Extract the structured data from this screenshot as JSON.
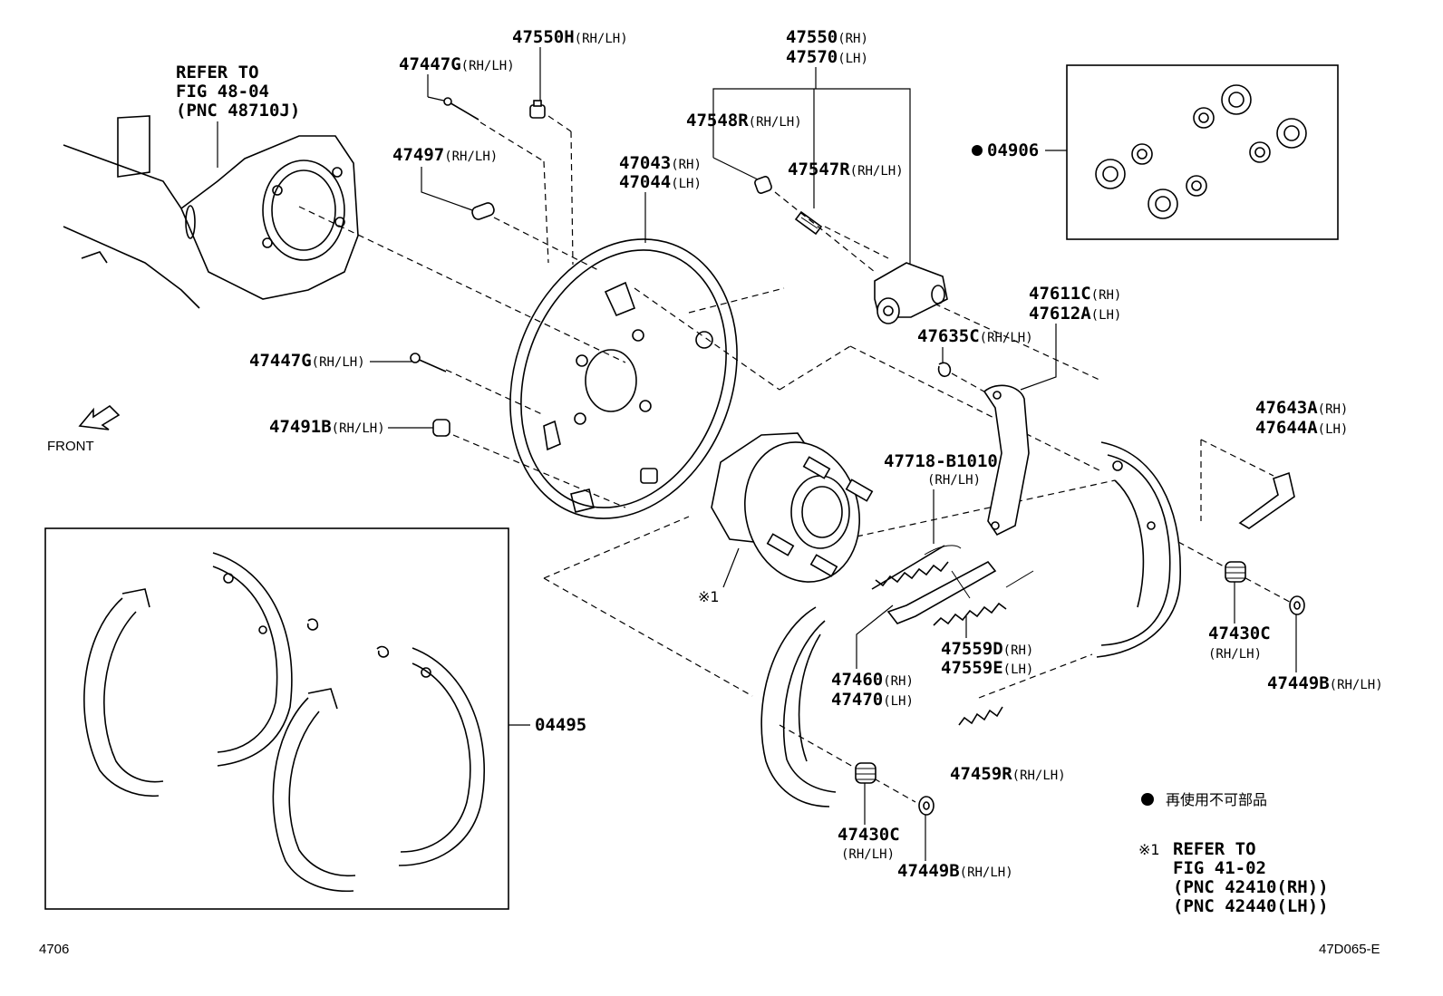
{
  "diagram": {
    "figure_code": "47D065-E",
    "page_number": "4706",
    "front_label": "FRONT",
    "legend_bullet_text": "再使用不可部品",
    "note_mark": "※1",
    "note_text": [
      "REFER TO",
      "FIG 41-02",
      "(PNC 42410(RH))",
      "(PNC 42440(LH))"
    ],
    "refer_knuckle": [
      "REFER TO",
      "FIG 48-04",
      "(PNC 48710J)"
    ]
  },
  "labels": {
    "p47550H": {
      "part": "47550H",
      "side": "(RH/LH)"
    },
    "p47447G_top": {
      "part": "47447G",
      "side": "(RH/LH)"
    },
    "p47550_47570": {
      "line1": "47550",
      "line1_side": "(RH)",
      "line2": "47570",
      "line2_side": "(LH)"
    },
    "p47548R": {
      "part": "47548R",
      "side": "(RH/LH)"
    },
    "p47547R": {
      "part": "47547R",
      "side": "(RH/LH)"
    },
    "p47497": {
      "part": "47497",
      "side": "(RH/LH)"
    },
    "p47043_47044": {
      "line1": "47043",
      "line1_side": "(RH)",
      "line2": "47044",
      "line2_side": "(LH)"
    },
    "p04906": {
      "part": "04906"
    },
    "p47611C_47612A": {
      "line1": "47611C",
      "line1_side": "(RH)",
      "line2": "47612A",
      "line2_side": "(LH)"
    },
    "p47635C": {
      "part": "47635C",
      "side": "(RH/LH)"
    },
    "p47447G_mid": {
      "part": "47447G",
      "side": "(RH/LH)"
    },
    "p47491B": {
      "part": "47491B",
      "side": "(RH/LH)"
    },
    "p47643A_47644A": {
      "line1": "47643A",
      "line1_side": "(RH)",
      "line2": "47644A",
      "line2_side": "(LH)"
    },
    "p47718": {
      "part": "47718-B1010",
      "side": "(RH/LH)"
    },
    "hub_mark": "※1",
    "p47430C_right": {
      "part": "47430C",
      "side": "(RH/LH)"
    },
    "p47449B_right": {
      "part": "47449B",
      "side": "(RH/LH)"
    },
    "p47460_47470": {
      "line1": "47460",
      "line1_side": "(RH)",
      "line2": "47470",
      "line2_side": "(LH)"
    },
    "p47559D_E": {
      "line1": "47559D",
      "line1_side": "(RH)",
      "line2": "47559E",
      "line2_side": "(LH)"
    },
    "p04495": {
      "part": "04495"
    },
    "p47459R": {
      "part": "47459R",
      "side": "(RH/LH)"
    },
    "p47430C_bottom": {
      "part": "47430C",
      "side": "(RH/LH)"
    },
    "p47449B_bottom": {
      "part": "47449B",
      "side": "(RH/LH)"
    }
  }
}
